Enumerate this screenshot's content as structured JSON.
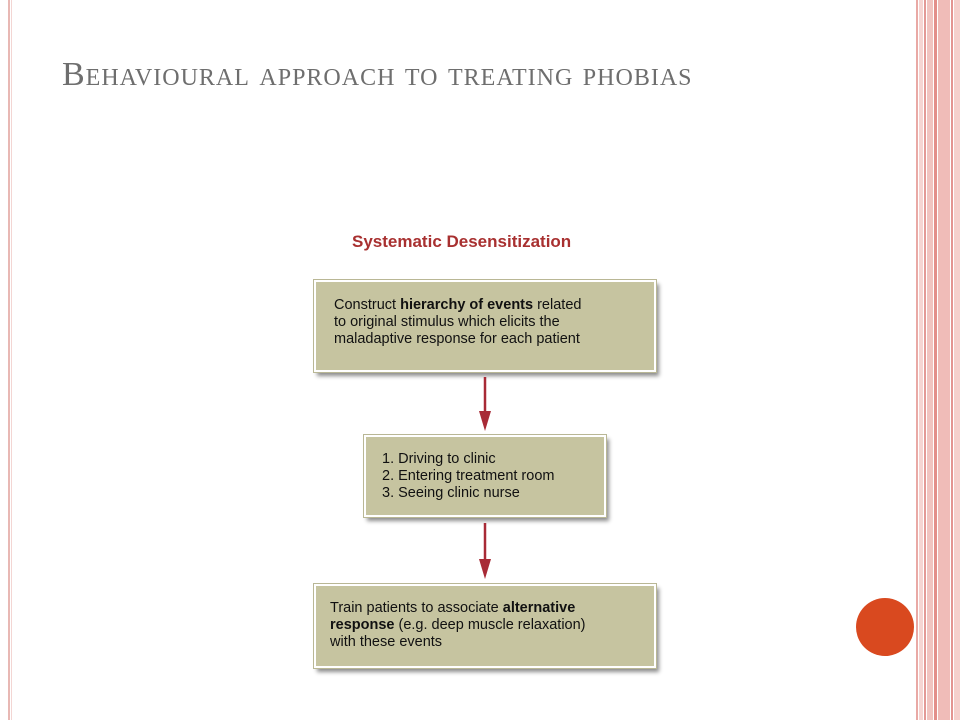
{
  "slide": {
    "title": "Behavioural approach to treating phobias"
  },
  "diagram": {
    "title": "Systematic Desensitization",
    "step1": {
      "line1_pre": "Construct ",
      "line1_bold": "hierarchy of events",
      "line1_post": " related",
      "line2": "to original stimulus which elicits the",
      "line3": "maladaptive response for each patient"
    },
    "step2": {
      "items": [
        "1. Driving to clinic",
        "2. Entering treatment room",
        "3. Seeing clinic nurse"
      ]
    },
    "step3": {
      "line1_pre": "Train patients to associate ",
      "line1_bold": "alternative",
      "line2_bold": "response",
      "line2_post": " (e.g. deep muscle relaxation)",
      "line3": "with these events"
    }
  },
  "colors": {
    "title_text": "#6e6e6e",
    "diagram_title": "#a83030",
    "box_fill": "#c6c4a0",
    "arrow": "#a82a36",
    "accent_dot": "#d9491f"
  }
}
